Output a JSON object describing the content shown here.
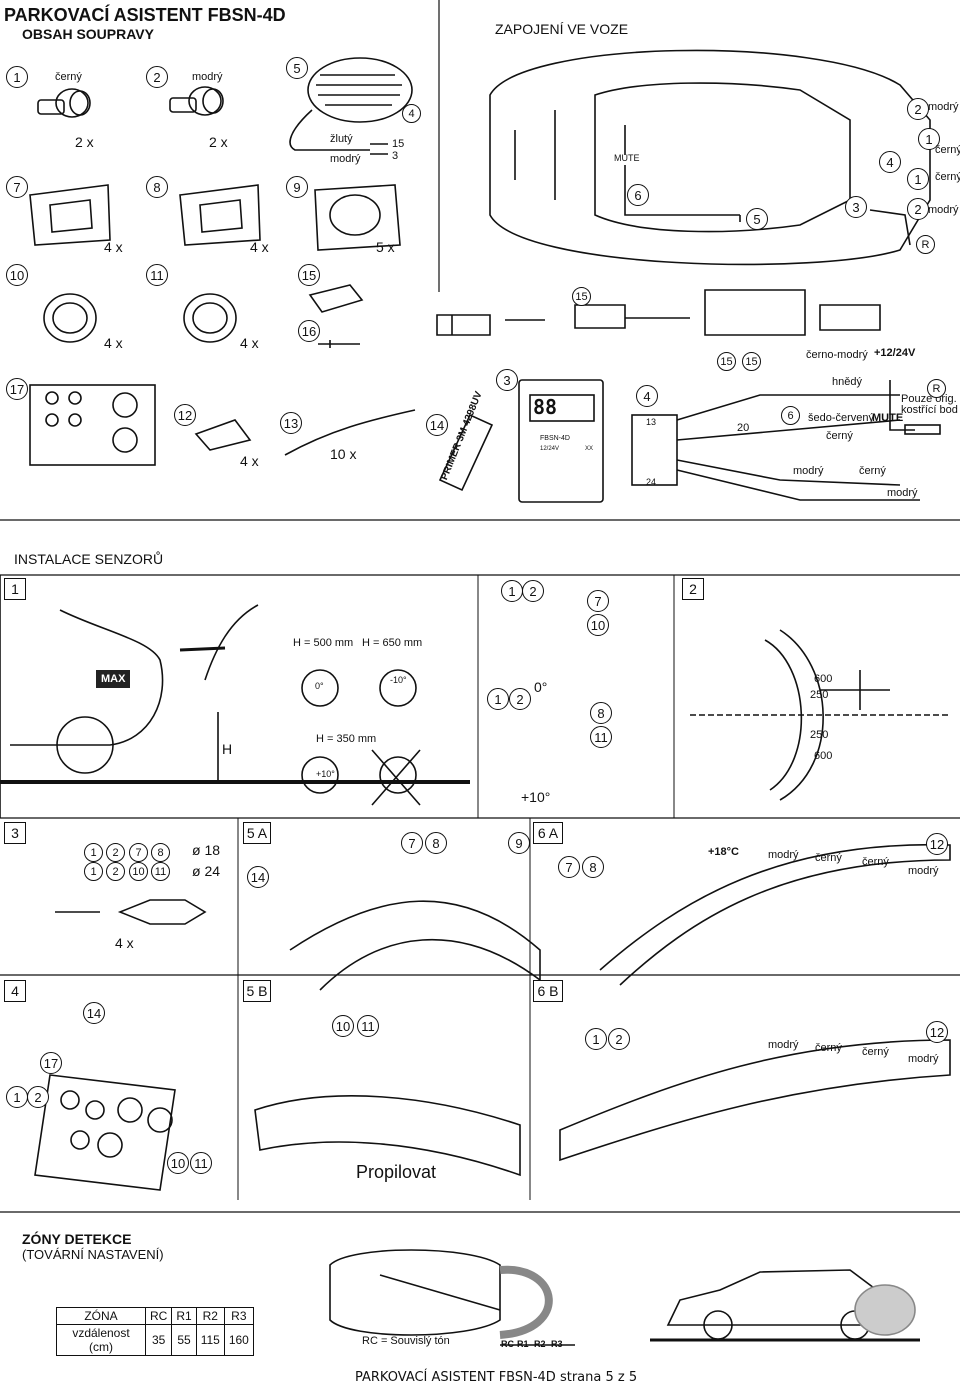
{
  "title": "PARKOVACÍ ASISTENT FBSN-4D",
  "kit_contents": {
    "heading": "OBSAH SOUPRAVY",
    "items": [
      {
        "num": "1",
        "label": "černý",
        "qty": "2 x"
      },
      {
        "num": "2",
        "label": "modrý",
        "qty": "2 x"
      },
      {
        "num": "5",
        "wires": [
          "žlutý",
          "modrý"
        ],
        "pins": [
          "15",
          "3"
        ],
        "connector": "4"
      },
      {
        "num": "7",
        "qty": "4 x"
      },
      {
        "num": "8",
        "qty": "4 x"
      },
      {
        "num": "9",
        "qty": "5 x"
      },
      {
        "num": "10",
        "qty": "4 x"
      },
      {
        "num": "11",
        "qty": "4 x"
      },
      {
        "num": "15"
      },
      {
        "num": "16"
      },
      {
        "num": "17"
      },
      {
        "num": "12",
        "qty": "4 x"
      },
      {
        "num": "13",
        "qty": "10 x"
      },
      {
        "num": "14",
        "label": "PRIMER 3M 4298UV"
      }
    ]
  },
  "wiring": {
    "heading": "ZAPOJENÍ VE VOZE",
    "mute": "MUTE",
    "car_nums": [
      "6",
      "5",
      "3",
      "4",
      "2",
      "1",
      "1",
      "2"
    ],
    "car_labels": [
      "modrý",
      "černý",
      "černý",
      "modrý"
    ],
    "reverse": "R",
    "unit": {
      "num": "3",
      "display": "88",
      "brand": "FBSN-4D",
      "sub": "12/24V",
      "xx": "XX"
    },
    "harness": {
      "num": "4",
      "pin_top": "13",
      "pin_bottom": "24",
      "pin_mid": "20"
    },
    "connector_nums": [
      "15",
      "15",
      "6"
    ],
    "wires": [
      "černo-modrý",
      "hnědý",
      "šedo-červený",
      "černý",
      "modrý",
      "černý",
      "modrý"
    ],
    "power": "+12/24V",
    "ground_note": [
      "Pouze orig.",
      "kostřící bod"
    ],
    "mute_label": "MUTE"
  },
  "installation": {
    "heading": "INSTALACE SENZORŮ",
    "step1": {
      "num": "1",
      "max": "MAX",
      "h": "H",
      "h500": "H = 500 mm",
      "h650": "H = 650 mm",
      "h350": "H = 350 mm",
      "deg0": "0°",
      "degm10": "-10°",
      "degp10": "+10°"
    },
    "step_mid": {
      "nums": [
        "1",
        "2",
        "7",
        "10",
        "1",
        "2",
        "8",
        "11"
      ],
      "deg0": "0°",
      "degp10": "+10°"
    },
    "step2": {
      "num": "2",
      "dims": [
        "600",
        "250",
        "250",
        "600"
      ]
    },
    "step3": {
      "num": "3",
      "combo1": "ø 18",
      "combo2": "ø 24",
      "qty": "4 x"
    },
    "step4": {
      "num": "4"
    },
    "step5a": {
      "label": "5 A",
      "nums": [
        "14",
        "7",
        "8",
        "9"
      ]
    },
    "step5b": {
      "label": "5 B",
      "nums": [
        "10",
        "11"
      ],
      "drill": "Propilovat"
    },
    "step6a": {
      "label": "6 A",
      "temp": "+18°C",
      "nums": [
        "7",
        "8",
        "12"
      ],
      "colors": [
        "modrý",
        "černý",
        "černý",
        "modrý"
      ]
    },
    "step6b": {
      "label": "6 B",
      "nums": [
        "1",
        "2",
        "12"
      ],
      "colors": [
        "modrý",
        "černý",
        "černý",
        "modrý"
      ]
    }
  },
  "zones": {
    "heading": "ZÓNY DETEKCE",
    "subheading": "(TOVÁRNÍ NASTAVENÍ)",
    "table": {
      "headers": [
        "ZÓNA",
        "RC",
        "R1",
        "R2",
        "R3"
      ],
      "row": [
        "vzdálenost (cm)",
        "35",
        "55",
        "115",
        "160"
      ]
    },
    "rc_note": "RC = Souvislý tón",
    "zone_labels": [
      "RC",
      "R1",
      "R2",
      "R3"
    ]
  },
  "footer": "PARKOVACÍ ASISTENT FBSN-4D strana 5 z 5"
}
